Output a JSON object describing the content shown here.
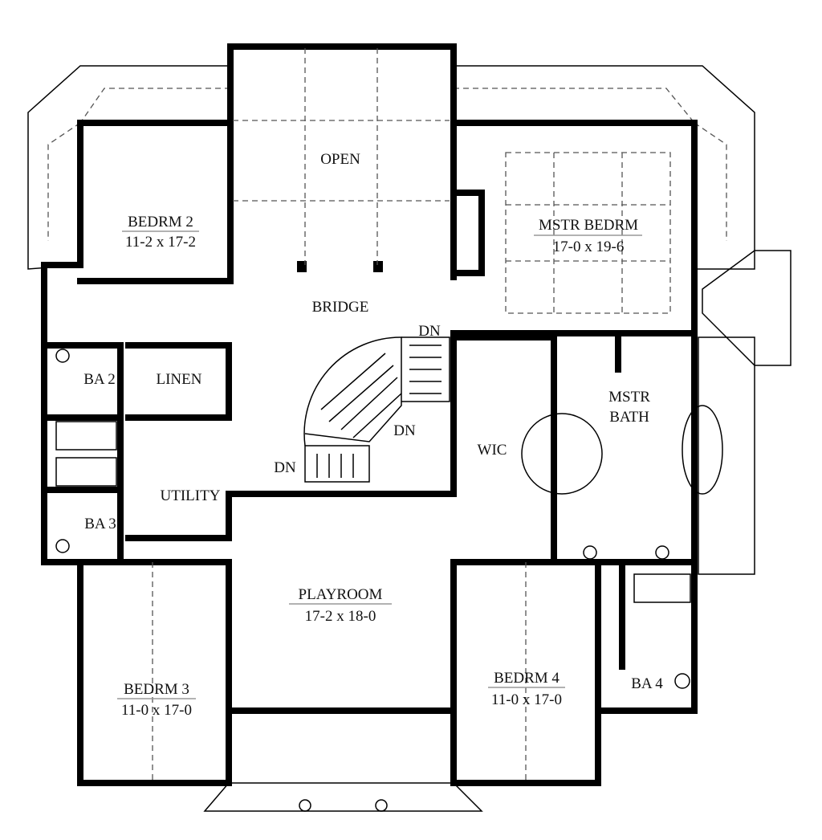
{
  "rooms": {
    "open": {
      "name": "OPEN"
    },
    "bedrm2": {
      "name": "BEDRM 2",
      "size": "11-2 x 17-2"
    },
    "mstr_bedrm": {
      "name": "MSTR BEDRM",
      "size": "17-0 x 19-6"
    },
    "bridge": {
      "name": "BRIDGE"
    },
    "ba2": {
      "name": "BA 2"
    },
    "linen": {
      "name": "LINEN"
    },
    "wic": {
      "name": "WIC"
    },
    "mstr_bath": {
      "name1": "MSTR",
      "name2": "BATH"
    },
    "utility": {
      "name": "UTILITY"
    },
    "ba3": {
      "name": "BA 3"
    },
    "playroom": {
      "name": "PLAYROOM",
      "size": "17-2 x 18-0"
    },
    "bedrm3": {
      "name": "BEDRM 3",
      "size": "11-0 x 17-0"
    },
    "bedrm4": {
      "name": "BEDRM 4",
      "size": "11-0 x 17-0"
    },
    "ba4": {
      "name": "BA 4"
    }
  },
  "stairs": {
    "down_labels": [
      "DN",
      "DN",
      "DN"
    ]
  }
}
